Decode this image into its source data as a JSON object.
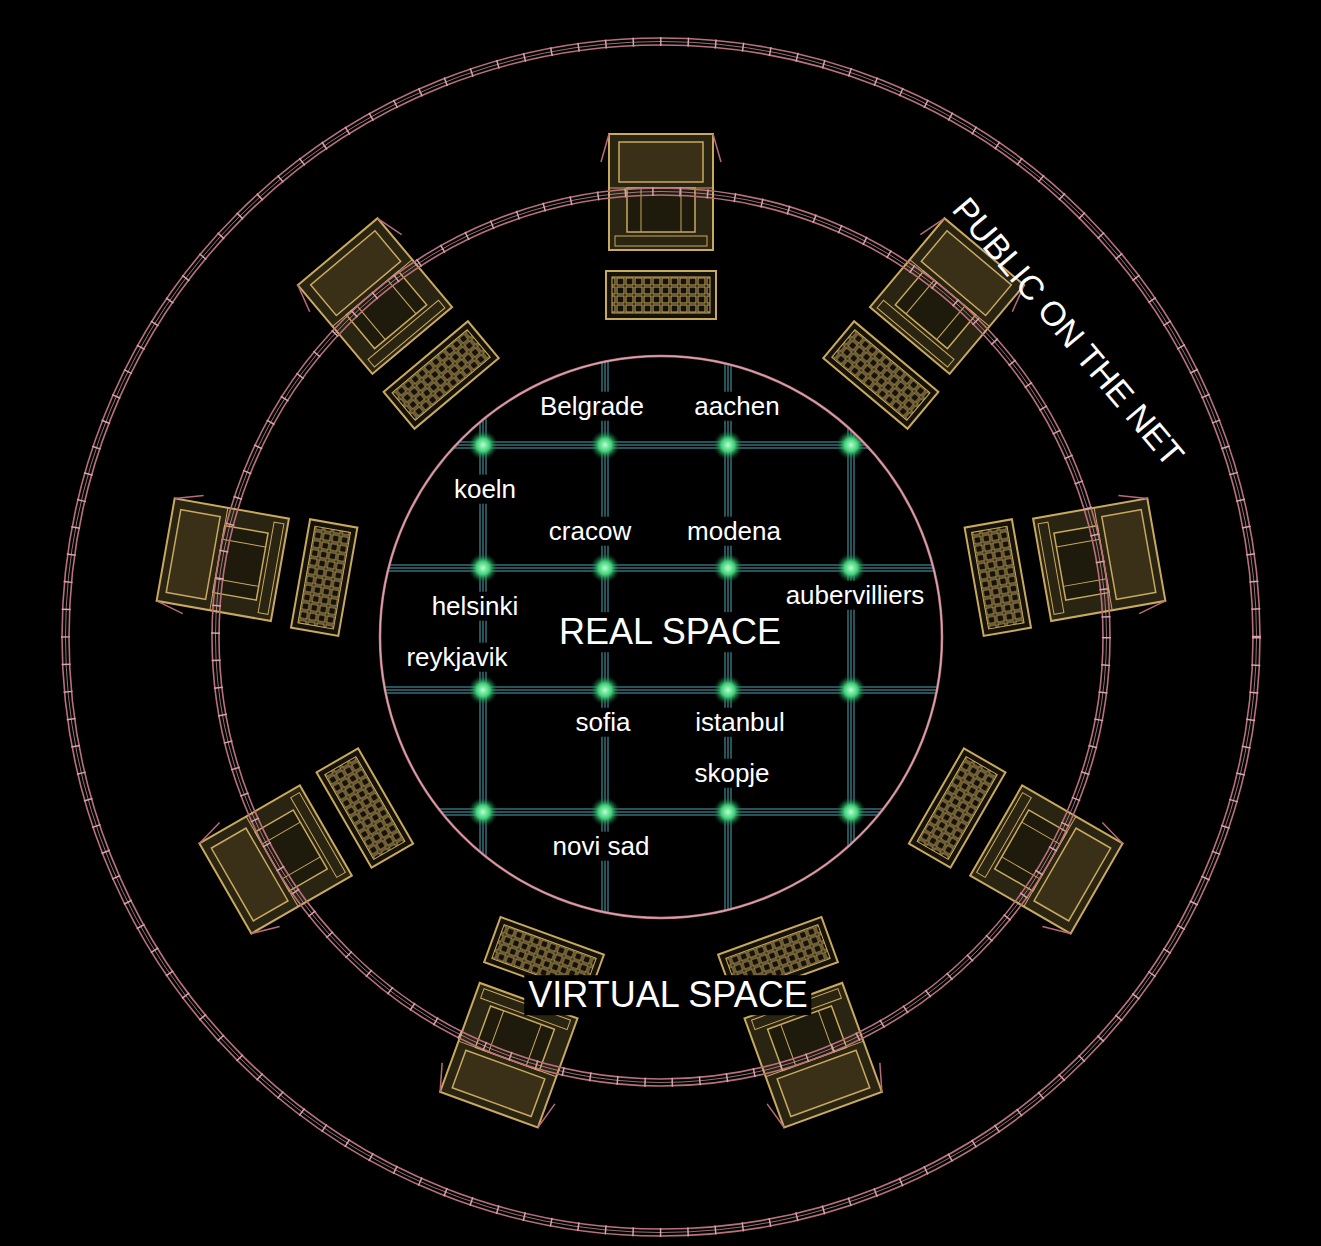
{
  "diagram": {
    "nodes": [
      {
        "text": [
          "PUBLIC ON THE NET"
        ]
      },
      {
        "text": [
          "VIRTUAL SPACE"
        ],
        "in": 0
      },
      {
        "text": [
          "REAL SPACE"
        ],
        "in": 1
      }
    ],
    "labels": [
      "Belgrade",
      "aachen",
      "koeln",
      "cracow",
      "modena",
      "aubervilliers",
      "helsinki",
      "reykjavik",
      "sofia",
      "istanbul",
      "skopje",
      "novi sad"
    ]
  }
}
